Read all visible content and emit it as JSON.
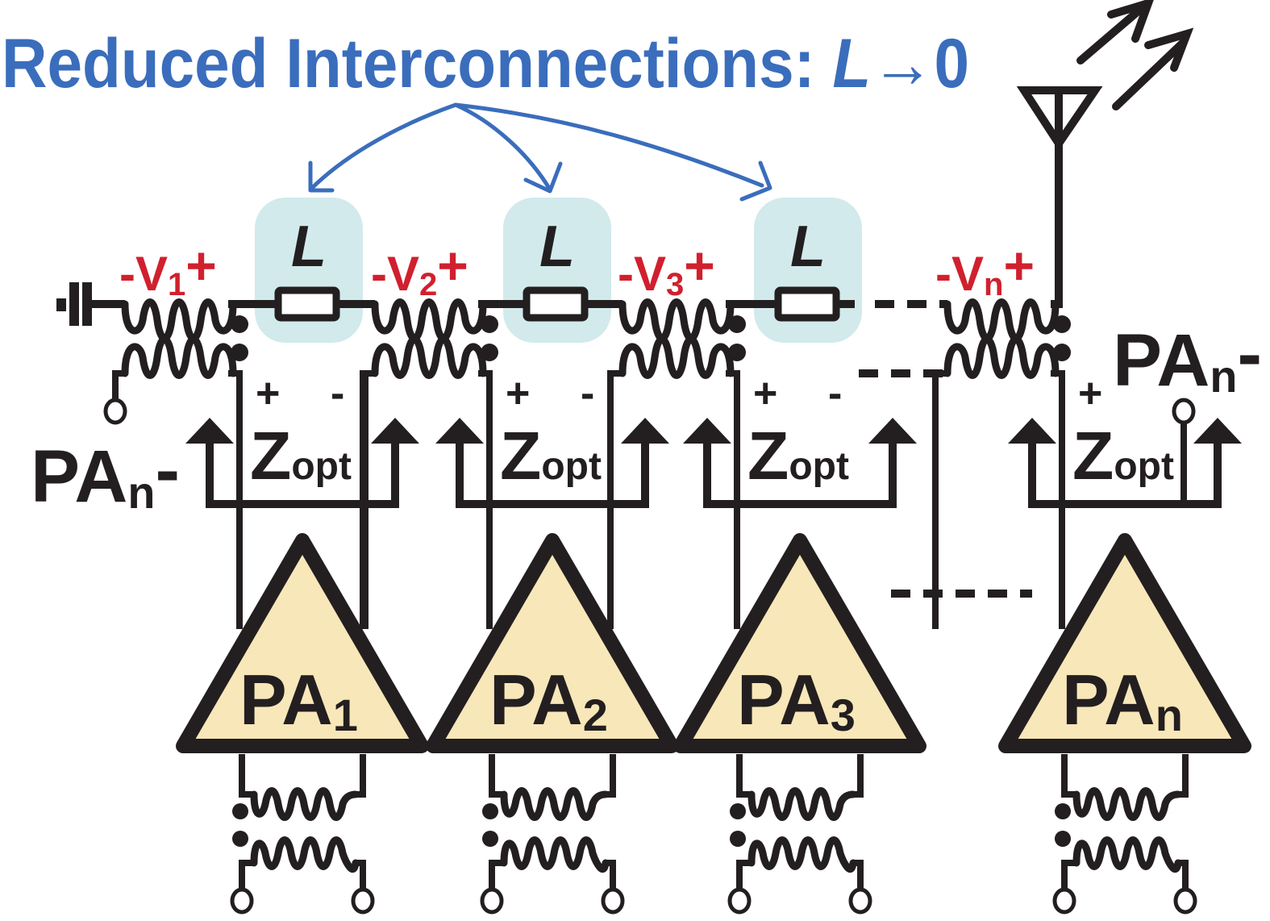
{
  "title": {
    "prefix": "Reduced Interconnections: ",
    "symbol": "L",
    "arrow": "→",
    "target": "0"
  },
  "colors": {
    "title_blue": "#3a6dbc",
    "voltage_red": "#d0202e",
    "pa_fill": "#f8e7b9",
    "inductance_box": "#d2eaec",
    "line": "#231f20"
  },
  "interconnect_label": "L",
  "stages": [
    {
      "pa_prefix": "PA",
      "pa_sub": "1",
      "v_minus": "-",
      "v_letter": "V",
      "v_sub": "1",
      "v_plus": "+",
      "z_main": "Z",
      "z_sub": "opt",
      "plus": "+",
      "minus": "-"
    },
    {
      "pa_prefix": "PA",
      "pa_sub": "2",
      "v_minus": "-",
      "v_letter": "V",
      "v_sub": "2",
      "v_plus": "+",
      "z_main": "Z",
      "z_sub": "opt",
      "plus": "+",
      "minus": "-"
    },
    {
      "pa_prefix": "PA",
      "pa_sub": "3",
      "v_minus": "-",
      "v_letter": "V",
      "v_sub": "3",
      "v_plus": "+",
      "z_main": "Z",
      "z_sub": "opt",
      "plus": "+",
      "minus": "-"
    },
    {
      "pa_prefix": "PA",
      "pa_sub": "n",
      "v_minus": "-",
      "v_letter": "V",
      "v_sub": "n",
      "v_plus": "+",
      "z_main": "Z",
      "z_sub": "opt",
      "plus": "+",
      "minus": ""
    }
  ],
  "feedback_labels": {
    "left": {
      "prefix": "PA",
      "sub": "n",
      "suffix": "-"
    },
    "right": {
      "prefix": "PA",
      "sub": "n",
      "suffix": "-"
    }
  },
  "icons": {
    "antenna": "antenna-icon",
    "ground": "ground-icon",
    "radiation": "radiation-arrows-icon"
  }
}
